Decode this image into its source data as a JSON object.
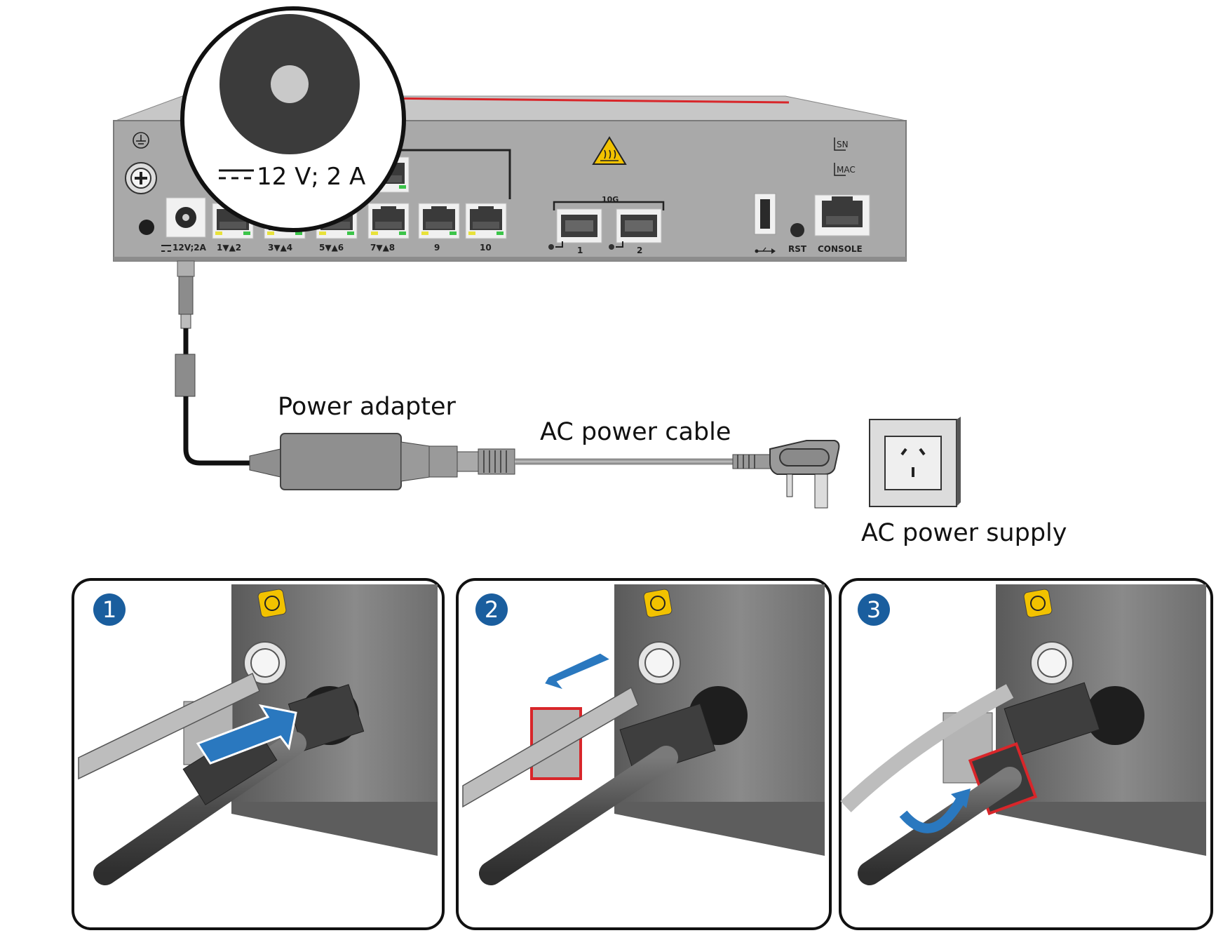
{
  "device": {
    "power_port_label": "12V;2A",
    "port_pairs": [
      "1▼▲2",
      "3▼▲4",
      "5▼▲6",
      "7▼▲8"
    ],
    "port_9": "9",
    "port_10": "10",
    "sfp_group_label": "10G",
    "sfp_1": "1",
    "sfp_2": "2",
    "rst_label": "RST",
    "console_label": "CONSOLE",
    "sn_label": "SN",
    "mac_label": "MAC"
  },
  "zoom": {
    "rating": "12 V; 2 A"
  },
  "labels": {
    "power_adapter": "Power adapter",
    "ac_cable": "AC power cable",
    "ac_supply": "AC power supply"
  },
  "steps": [
    "1",
    "2",
    "3"
  ],
  "colors": {
    "step_blue": "#1a5e9e",
    "arrow_blue": "#2a78bf",
    "warning_yellow": "#f2c200",
    "highlight_red": "#d8262a",
    "chassis_gray": "#a9a9a9"
  }
}
